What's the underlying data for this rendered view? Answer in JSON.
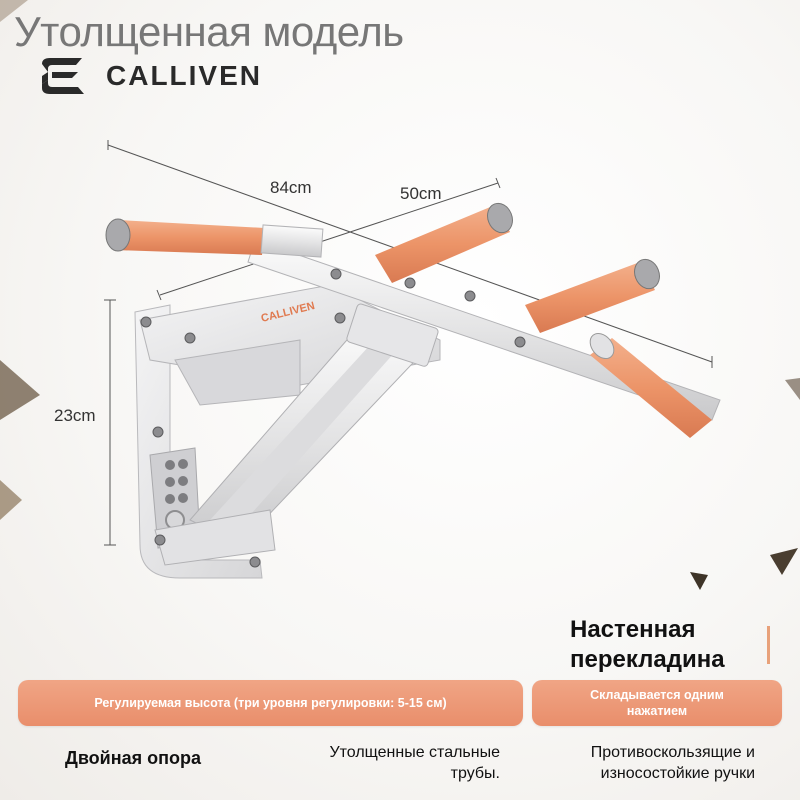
{
  "headline": "Утолщенная модель",
  "brand": {
    "name": "CALLIVEN",
    "logo_icon": "calliven-logo-icon"
  },
  "dimensions": {
    "width": "84cm",
    "grip": "50cm",
    "height": "23cm"
  },
  "product": {
    "name": "pull-up-bar",
    "engraving": "CALLIVEN",
    "grip_color": "#ec9468",
    "frame_color": "#e9e9ea"
  },
  "title": {
    "line1": "Настенная",
    "line2": "перекладина"
  },
  "pills": {
    "adjust": "Регулируемая высота (три уровня регулировки: 5-15 см)",
    "fold": "Складывается одним нажатием"
  },
  "features": {
    "support": "Двойная опора",
    "pipes": "Утолщенные стальные трубы.",
    "grips": "Противоскользящие и износостойкие ручки"
  },
  "colors": {
    "accent": "#e98e6b",
    "text": "#111111",
    "headline": "#777777"
  }
}
